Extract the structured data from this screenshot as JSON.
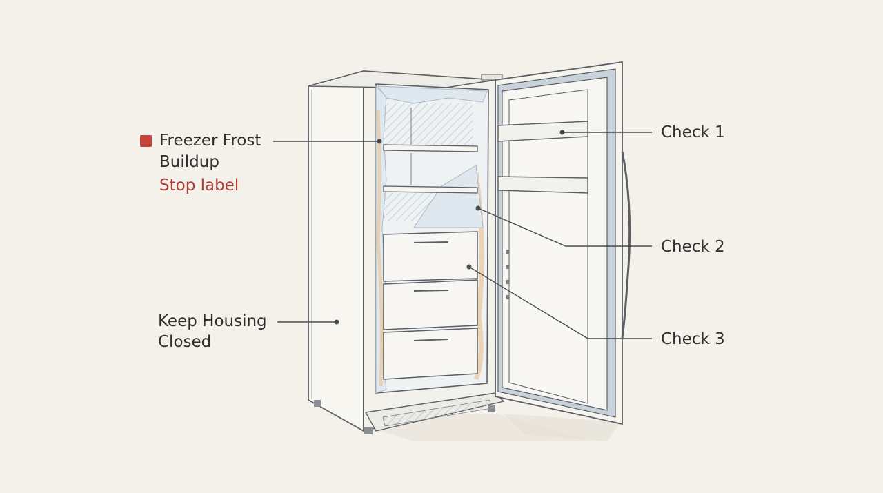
{
  "diagram": {
    "legend": {
      "swatch_color": "#c9433d",
      "title_line1": "Freezer Frost",
      "title_line2": "Buildup",
      "stop_label": "Stop label"
    },
    "callouts": {
      "housing_line1": "Keep Housing",
      "housing_line2": "Closed",
      "check1": "Check 1",
      "check2": "Check 2",
      "check3": "Check 3"
    },
    "colors": {
      "background": "#f4f1ea",
      "outline": "#5b5e63",
      "leader": "#4a4a4a",
      "frost": "#dfe8ee",
      "frost_shadow": "#b9c9d4",
      "residue": "#e9c9a0",
      "door_panel": "#c7d2da"
    }
  }
}
